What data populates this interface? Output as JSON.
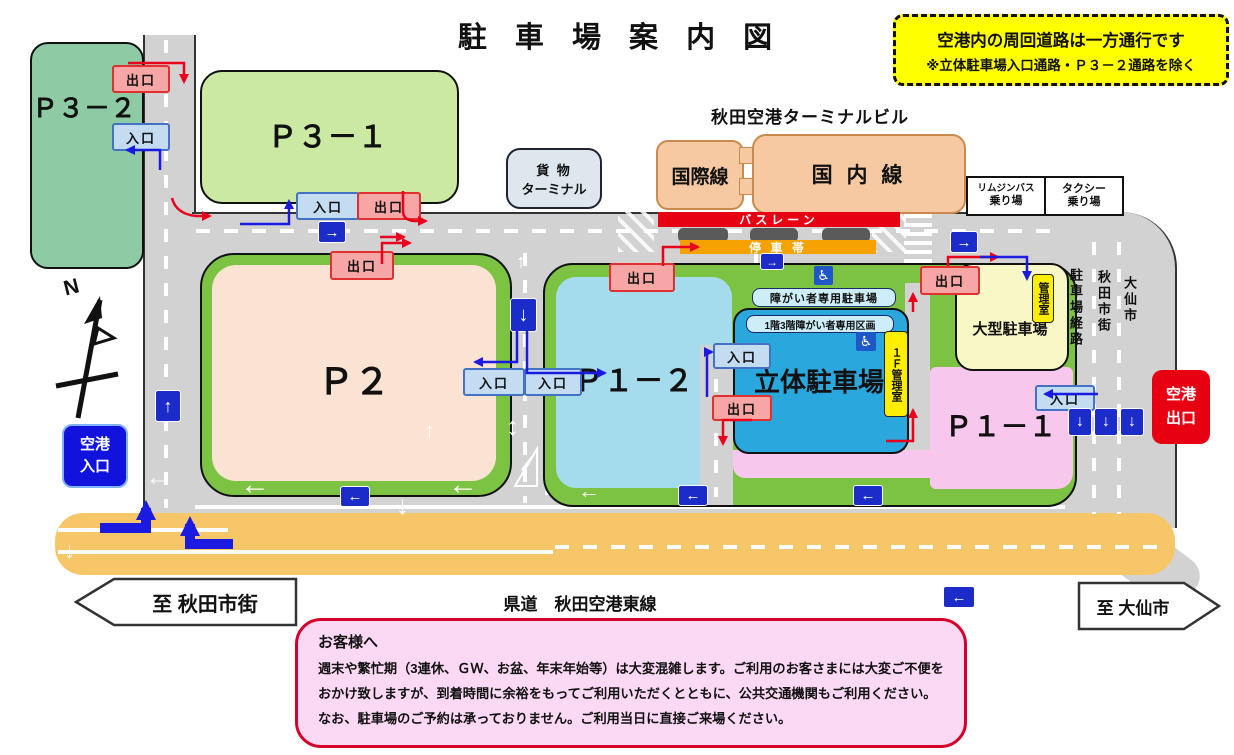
{
  "title": "駐 車 場 案 内 図",
  "top_notice": {
    "line1": "空港内の周回道路は一方通行です",
    "line2": "※立体駐車場入口通路・Ｐ３－２通路を除く"
  },
  "compass": {
    "north": "N"
  },
  "terminal": {
    "name": "秋田空港ターミナルビル",
    "international": "国際線",
    "domestic": "国 内 線",
    "cargo": {
      "line1": "貨 物",
      "line2": "ターミナル"
    },
    "bus_lane": "バスレーン",
    "stopping_zone": "停 車 帯",
    "limousine_stop": {
      "line1": "リムジンバス",
      "line2": "乗り場"
    },
    "taxi_stand": {
      "line1": "タクシー",
      "line2": "乗り場"
    }
  },
  "areas": {
    "p3_2": "Ｐ３－２",
    "p3_1": "Ｐ３－１",
    "p2": "Ｐ２",
    "p1_2": "Ｐ１－２",
    "p1_1": "Ｐ１－１",
    "multistory": "立体駐車場",
    "large_vehicle": "大型駐車場",
    "disabled_parking": "障がい者専用駐車場",
    "disabled_section": "1階3階障がい者専用区画",
    "office_1f": "１Ｆ管理室",
    "office": "管理室"
  },
  "gates": {
    "entrance": "入口",
    "exit": "出口"
  },
  "route_labels": {
    "parking_route": "駐車場経路",
    "akita_city": "秋田市街",
    "daisen_city": "大仙市"
  },
  "access": {
    "airport_entrance": {
      "line1": "空港",
      "line2": "入口"
    },
    "airport_exit": {
      "line1": "空港",
      "line2": "出口"
    },
    "to_akita": "至 秋田市街",
    "to_daisen": "至 大仙市",
    "prefectural_road": "県道　秋田空港東線"
  },
  "customer_notice": {
    "heading": "お客様へ",
    "line1": "週末や繁忙期（3連休、ＧＷ、お盆、年末年始等）は大変混雑します。ご利用のお客さまには大変ご不便を",
    "line2": "おかけ致しますが、到着時間に余裕をもってご利用いただくとともに、公共交通機関もご利用ください。",
    "line3": "なお、駐車場のご予約は承っておりません。ご利用当日に直接ご来場ください。"
  },
  "icons": {
    "arrow_right": "→",
    "arrow_left": "←",
    "arrow_down": "↓",
    "arrow_up": "↑",
    "arrow_updown": "↕",
    "wheelchair": "♿"
  },
  "colors": {
    "p3_2": "#8ecba4",
    "p3_1": "#cbe9a2",
    "p2": "#fae3d2",
    "p1_2": "#a5dced",
    "multistory": "#2aa7dd",
    "large_vehicle": "#f8f8c6",
    "p1_1": "#f8c7ee",
    "green_ring": "#7dc343",
    "road_gray": "#d2d2d2",
    "prefectural_road_tan": "#f6c768",
    "bus_lane_red": "#e60012",
    "stop_zone_orange": "#f5a200",
    "exit_red": "#e8001c",
    "entry_blue": "#1a1ae0",
    "sign_blue": "#1c2cc9",
    "notice_yellow": "#ffff00",
    "notice_pink": "#fbd9f4"
  }
}
